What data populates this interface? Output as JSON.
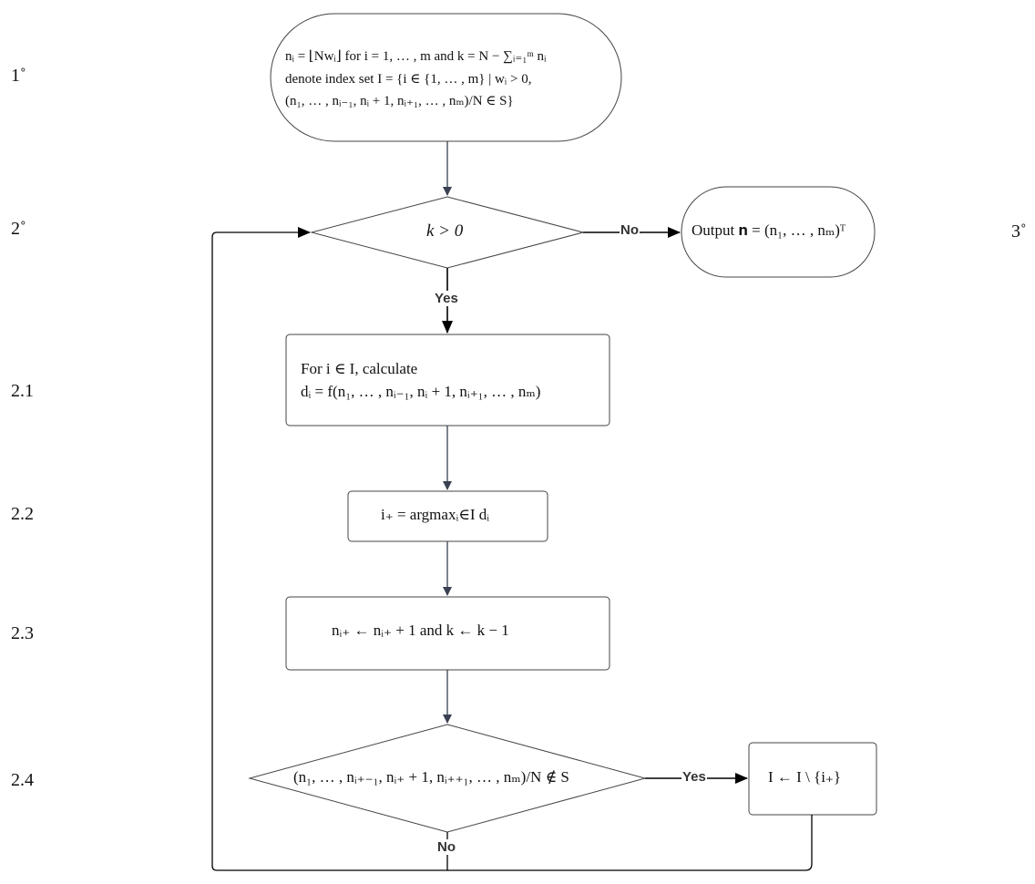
{
  "step_labels": {
    "s1": "1˚",
    "s2": "2˚",
    "s3": "3˚",
    "s21": "2.1",
    "s22": "2.2",
    "s23": "2.3",
    "s24": "2.4"
  },
  "nodes": {
    "init_line1": "nᵢ = ⌊Nwᵢ⌋ for i = 1, … , m and k = N − ∑ᵢ₌₁ᵐ nᵢ",
    "init_line2": "denote index set I = {i ∈ {1, … , m} | wᵢ > 0,",
    "init_line3": "(n₁, … , nᵢ₋₁, nᵢ + 1, nᵢ₊₁, … , nₘ)/N ∈ S}",
    "decision_k": "k > 0",
    "output": "Output 𝐧 = (n₁, … , nₘ)ᵀ",
    "calc_line1": "For i ∈ I, calculate",
    "calc_line2": "dᵢ = f(n₁, … , nᵢ₋₁, nᵢ + 1, nᵢ₊₁, … , nₘ)",
    "argmax": "i₊ = argmaxᵢ∈I dᵢ",
    "update": "nᵢ₊ ← nᵢ₊ + 1 and k ← k − 1",
    "decision_s": "(n₁, … , nᵢ₊₋₁, nᵢ₊ + 1, nᵢ₊₊₁, … , nₘ)/N ∉ S",
    "remove": "I ← I \\ {i₊}"
  },
  "edges": {
    "no_output": "No",
    "yes_loop": "Yes",
    "yes_remove": "Yes",
    "no_back": "No"
  }
}
